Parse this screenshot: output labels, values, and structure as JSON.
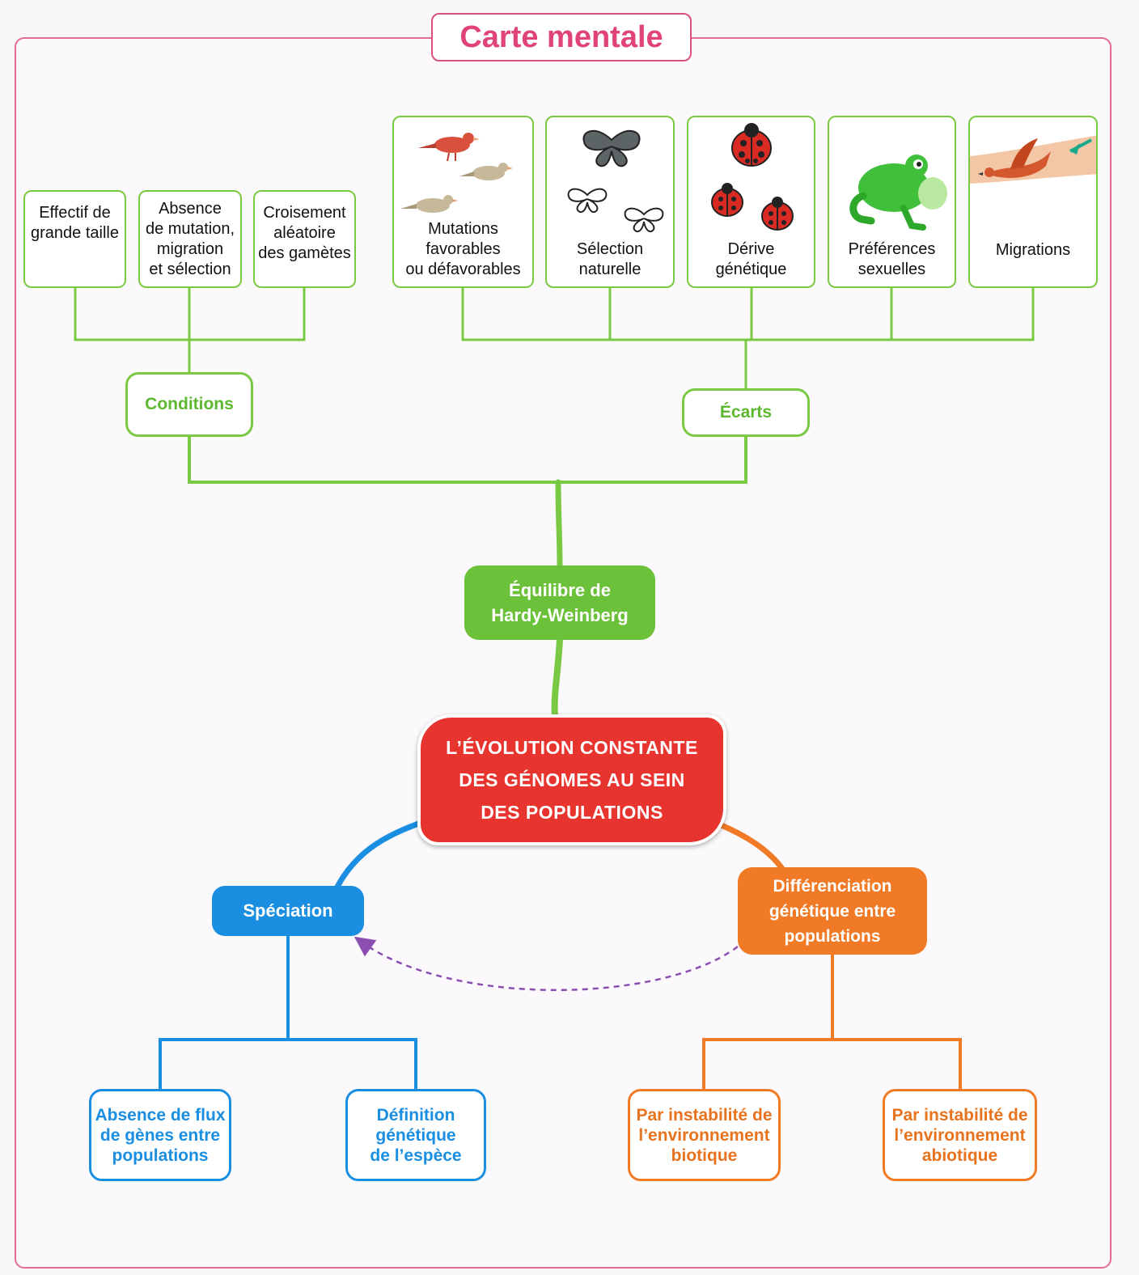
{
  "title": "Carte mentale",
  "colors": {
    "green": "#7ac943",
    "green_fill": "#6cc13b",
    "red": "#e8342e",
    "blue": "#1a8ee0",
    "orange": "#f07a26",
    "purple": "#8a4fb0",
    "pink": "#e0437a"
  },
  "conditions": {
    "label": "Conditions",
    "items": [
      {
        "lines": [
          "Effectif de",
          "grande taille"
        ]
      },
      {
        "lines": [
          "Absence",
          "de mutation,",
          "migration",
          "et sélection"
        ]
      },
      {
        "lines": [
          "Croisement",
          "aléatoire",
          "des gamètes"
        ]
      }
    ]
  },
  "ecarts": {
    "label": "Écarts",
    "items": [
      {
        "lines": [
          "Mutations favorables",
          "ou défavorables"
        ],
        "icon": "birds-icon"
      },
      {
        "lines": [
          "Sélection",
          "naturelle"
        ],
        "icon": "butterflies-icon"
      },
      {
        "lines": [
          "Dérive",
          "génétique"
        ],
        "icon": "ladybugs-icon"
      },
      {
        "lines": [
          "Préférences",
          "sexuelles"
        ],
        "icon": "frog-icon"
      },
      {
        "lines": [
          "Migrations"
        ],
        "icon": "migrating-bird-icon"
      }
    ]
  },
  "hardy": {
    "lines": [
      "Équilibre de",
      "Hardy-Weinberg"
    ]
  },
  "center": {
    "lines": [
      "L’ÉVOLUTION CONSTANTE",
      "DES GÉNOMES AU SEIN",
      "DES POPULATIONS"
    ]
  },
  "speciation": {
    "label": "Spéciation",
    "items": [
      {
        "lines": [
          "Absence de flux",
          "de gènes entre",
          "populations"
        ]
      },
      {
        "lines": [
          "Définition",
          "génétique",
          "de l’espèce"
        ]
      }
    ]
  },
  "differenciation": {
    "lines": [
      "Différenciation",
      "génétique entre",
      "populations"
    ],
    "items": [
      {
        "lines": [
          "Par instabilité de",
          "l’environnement",
          "biotique"
        ]
      },
      {
        "lines": [
          "Par instabilité de",
          "l’environnement",
          "abiotique"
        ]
      }
    ]
  }
}
